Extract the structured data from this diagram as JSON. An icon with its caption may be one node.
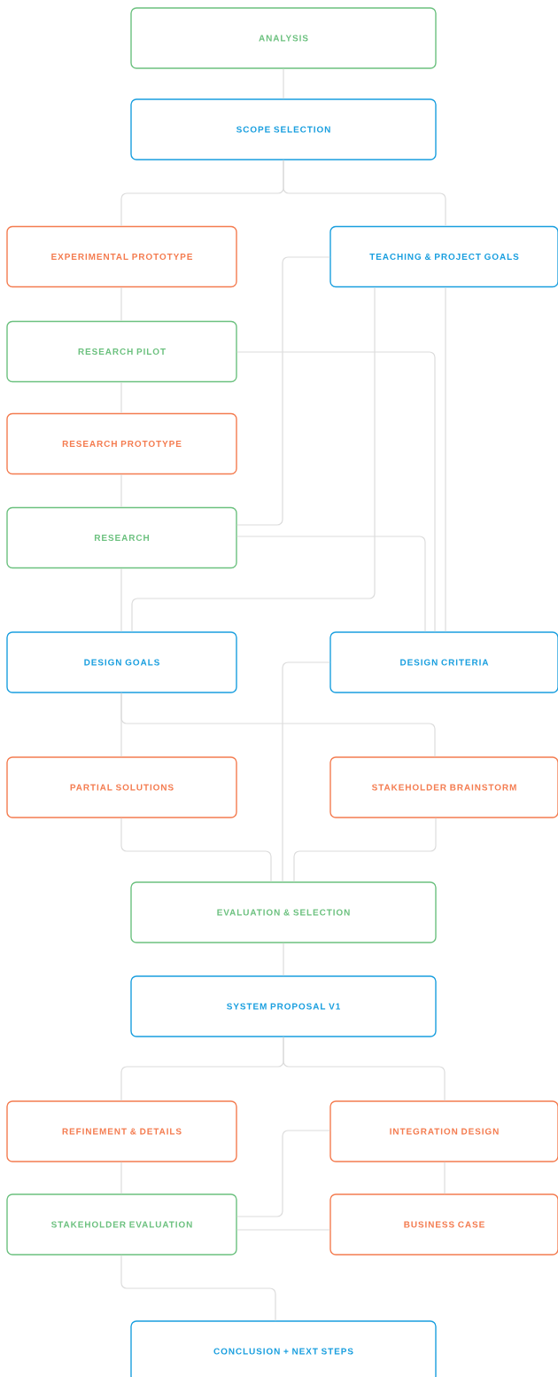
{
  "diagram": {
    "nodes": [
      {
        "text": [
          "ANALYSIS"
        ]
      },
      {
        "text": [
          "SCOPE SELECTION"
        ]
      },
      {
        "text": [
          "EXPERIMENTAL PROTOTYPE"
        ]
      },
      {
        "text": [
          "TEACHING & PROJECT GOALS"
        ]
      },
      {
        "text": [
          "RESEARCH PILOT"
        ]
      },
      {
        "text": [
          "RESEARCH PROTOTYPE"
        ]
      },
      {
        "text": [
          "RESEARCH"
        ]
      },
      {
        "text": [
          "DESIGN GOALS"
        ]
      },
      {
        "text": [
          "DESIGN CRITERIA"
        ]
      },
      {
        "text": [
          "PARTIAL SOLUTIONS"
        ]
      },
      {
        "text": [
          "STAKEHOLDER BRAINSTORM"
        ]
      },
      {
        "text": [
          "EVALUATION & SELECTION"
        ]
      },
      {
        "text": [
          "SYSTEM PROPOSAL V1"
        ]
      },
      {
        "text": [
          "REFINEMENT & DETAILS"
        ]
      },
      {
        "text": [
          "INTEGRATION DESIGN"
        ]
      },
      {
        "text": [
          "STAKEHOLDER EVALUATION"
        ]
      },
      {
        "text": [
          "BUSINESS CASE"
        ]
      },
      {
        "text": [
          "CONCLUSION + NEXT STEPS"
        ]
      }
    ],
    "edges": [
      {
        "from": 0,
        "to": 1,
        "arrow": "none"
      },
      {
        "from": 1,
        "to": 2,
        "arrow": "none"
      },
      {
        "from": 1,
        "to": 3,
        "arrow": "none"
      },
      {
        "from": 2,
        "to": 4,
        "arrow": "none"
      },
      {
        "from": 4,
        "to": 5,
        "arrow": "none"
      },
      {
        "from": 5,
        "to": 6,
        "arrow": "none"
      },
      {
        "from": 6,
        "to": 7,
        "arrow": "none"
      },
      {
        "from": 4,
        "to": 8,
        "arrow": "none"
      },
      {
        "from": 6,
        "to": 3,
        "arrow": "none"
      },
      {
        "from": 6,
        "to": 8,
        "arrow": "none"
      },
      {
        "from": 3,
        "to": 7,
        "arrow": "none"
      },
      {
        "from": 3,
        "to": 8,
        "arrow": "none"
      },
      {
        "from": 7,
        "to": 9,
        "arrow": "none"
      },
      {
        "from": 7,
        "to": 10,
        "arrow": "none"
      },
      {
        "from": 8,
        "to": 11,
        "arrow": "none"
      },
      {
        "from": 9,
        "to": 11,
        "arrow": "none"
      },
      {
        "from": 10,
        "to": 11,
        "arrow": "none"
      },
      {
        "from": 11,
        "to": 12,
        "arrow": "none"
      },
      {
        "from": 12,
        "to": 13,
        "arrow": "none"
      },
      {
        "from": 12,
        "to": 14,
        "arrow": "none"
      },
      {
        "from": 13,
        "to": 15,
        "arrow": "none"
      },
      {
        "from": 14,
        "to": 16,
        "arrow": "none"
      },
      {
        "from": 15,
        "to": 14,
        "arrow": "none"
      },
      {
        "from": 15,
        "to": 16,
        "arrow": "none"
      },
      {
        "from": 15,
        "to": 17,
        "arrow": "none"
      }
    ]
  }
}
